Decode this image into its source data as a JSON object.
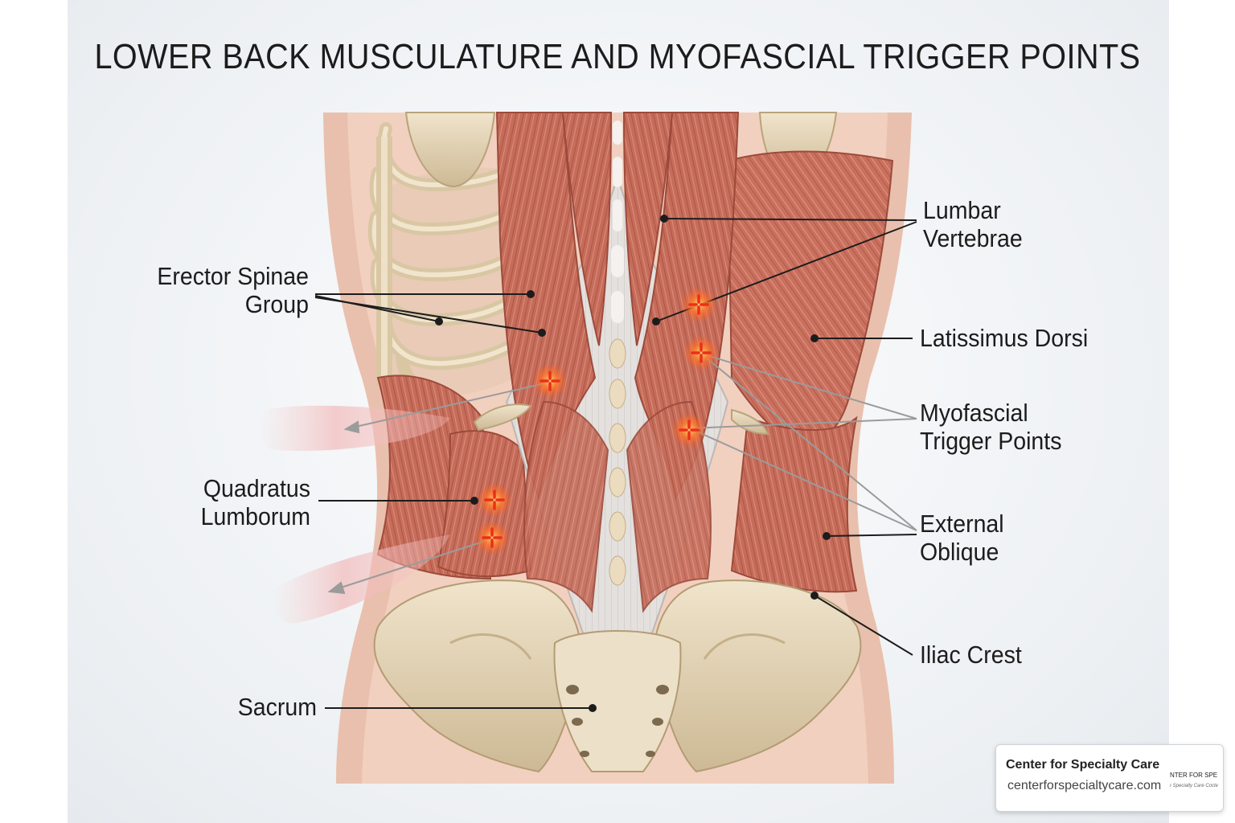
{
  "title": "LOWER BACK MUSCULATURE AND MYOFASCIAL TRIGGER POINTS",
  "labels": {
    "erector_spinae": [
      "Erector Spinae",
      "Group"
    ],
    "quadratus_lumborum": [
      "Quadratus",
      "Lumborum"
    ],
    "sacrum": [
      "Sacrum"
    ],
    "lumbar_vertebrae": [
      "Lumbar",
      "Vertebrae"
    ],
    "latissimus_dorsi": [
      "Latissimus Dorsi"
    ],
    "myofascial_trigger_points": [
      "Myofascial",
      "Trigger Points"
    ],
    "external_oblique": [
      "External",
      "Oblique"
    ],
    "iliac_crest": [
      "Iliac Crest"
    ]
  },
  "watermark": {
    "name": "Center for Specialty Care",
    "url": "centerforspecialtycare.com",
    "mini_line_1": "NTER FOR SPE",
    "mini_line_2": "r Specialty Care Cocte"
  },
  "colors": {
    "muscle": "#c9705e",
    "muscle_dark": "#a9503f",
    "fascia": "#e4e1df",
    "bone": "#e7d8bd",
    "skin": "#f2d1c0",
    "trigger_point": "#e8301c",
    "leader_line": "#1c1c1c",
    "referral_arrow": "#9b9b9b"
  },
  "icons": [
    "trigger-point-crosshair-icon",
    "referred-pain-arrow-icon"
  ]
}
